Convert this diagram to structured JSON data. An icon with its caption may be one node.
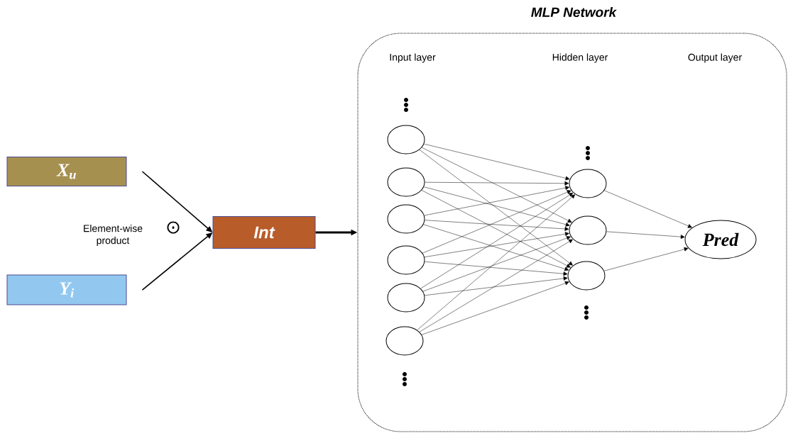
{
  "diagram": {
    "nodes": [
      {
        "text": [
          "X$_{u}$"
        ]
      },
      {
        "text": [
          "Y$_{i}$"
        ]
      },
      {
        "text": [
          "Int"
        ]
      },
      {
        "text": [
          "MLP Network"
        ]
      },
      {
        "text": [],
        "shape": "circle",
        "in": 3
      },
      {
        "text": [],
        "shape": "circle",
        "in": 3
      },
      {
        "text": [],
        "shape": "circle",
        "in": 3
      },
      {
        "text": [],
        "shape": "circle",
        "in": 3
      },
      {
        "text": [],
        "shape": "circle",
        "in": 3
      },
      {
        "text": [],
        "shape": "circle",
        "in": 3
      },
      {
        "text": [],
        "shape": "circle",
        "in": 3
      },
      {
        "text": [],
        "shape": "circle",
        "in": 3
      },
      {
        "text": [],
        "shape": "circle",
        "in": 3
      },
      {
        "text": [
          "Pred"
        ],
        "in": 3
      }
    ],
    "edges": [
      {
        "from": 0,
        "to": 2,
        "arrow": "to"
      },
      {
        "from": 1,
        "to": 2,
        "arrow": "to"
      },
      {
        "from": 2,
        "to": 3,
        "arrow": "to",
        "style": "thick"
      },
      {
        "from": 4,
        "to": 10,
        "arrow": "to"
      },
      {
        "from": 4,
        "to": 11,
        "arrow": "to"
      },
      {
        "from": 4,
        "to": 12,
        "arrow": "to"
      },
      {
        "from": 5,
        "to": 10,
        "arrow": "to"
      },
      {
        "from": 5,
        "to": 11,
        "arrow": "to"
      },
      {
        "from": 5,
        "to": 12,
        "arrow": "to"
      },
      {
        "from": 6,
        "to": 10,
        "arrow": "to"
      },
      {
        "from": 6,
        "to": 11,
        "arrow": "to"
      },
      {
        "from": 6,
        "to": 12,
        "arrow": "to"
      },
      {
        "from": 7,
        "to": 10,
        "arrow": "to"
      },
      {
        "from": 7,
        "to": 11,
        "arrow": "to"
      },
      {
        "from": 7,
        "to": 12,
        "arrow": "to"
      },
      {
        "from": 8,
        "to": 10,
        "arrow": "to"
      },
      {
        "from": 8,
        "to": 11,
        "arrow": "to"
      },
      {
        "from": 8,
        "to": 12,
        "arrow": "to"
      },
      {
        "from": 9,
        "to": 10,
        "arrow": "to"
      },
      {
        "from": 9,
        "to": 11,
        "arrow": "to"
      },
      {
        "from": 9,
        "to": 12,
        "arrow": "to"
      },
      {
        "from": 10,
        "to": 13,
        "arrow": "to"
      },
      {
        "from": 11,
        "to": 13,
        "arrow": "to"
      },
      {
        "from": 12,
        "to": 13,
        "arrow": "to"
      }
    ],
    "labels": [
      "Input layer",
      "Hidden layer",
      "Output layer",
      "Element-wise product",
      "⊙"
    ]
  }
}
